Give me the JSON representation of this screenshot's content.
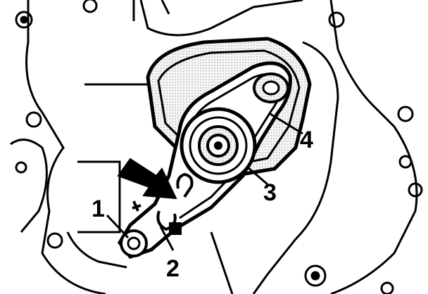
{
  "callouts": [
    {
      "id": "1",
      "text": "1"
    },
    {
      "id": "2",
      "text": "2"
    },
    {
      "id": "3",
      "text": "3"
    },
    {
      "id": "4",
      "text": "4"
    }
  ],
  "colors": {
    "ink": "#000000",
    "paper": "#ffffff",
    "shade": "#9a9a9a"
  },
  "icons": {
    "pointer": "arrow-icon"
  }
}
